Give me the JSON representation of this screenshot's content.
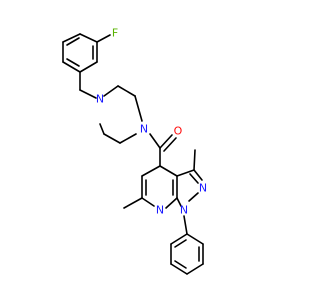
{
  "molecule": {
    "atoms": {
      "fluorine": "F",
      "piperazine_n_top": "N",
      "piperazine_n_bottom": "N",
      "carbonyl_o": "O",
      "pyrazole_n2": "N",
      "pyrazole_n1": "N",
      "pyridine_n": "N"
    },
    "colors": {
      "bond": "#000000",
      "nitrogen": "#1a1aff",
      "oxygen": "#ff0d0d",
      "fluorine": "#59b300"
    }
  }
}
